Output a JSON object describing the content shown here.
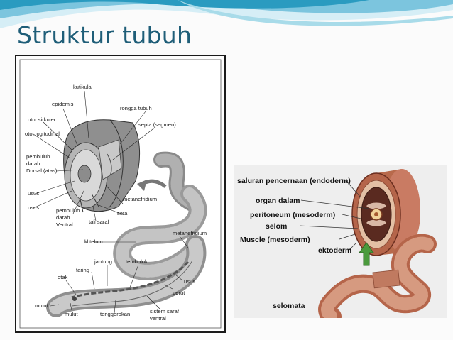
{
  "slide": {
    "title": "Struktur tubuh"
  },
  "left_diagram": {
    "labels": {
      "kutikula": "kutikula",
      "epidermis": "epidemis",
      "rongga_tubuh": "rongga tubuh",
      "otot_sirkuler": "otot sirkuler",
      "septa": "septa (segmen)",
      "otot_longitudinal": "otot logitudinal",
      "pembuluh_dorsal_1": "pembuluh",
      "pembuluh_dorsal_2": "darah",
      "pembuluh_dorsal_3": "Dorsal (atas)",
      "usus_1": "usus",
      "usus_2": "usus",
      "metanefridium_1": "metanefridium",
      "seta": "seta",
      "pembuluh_ventral_1": "pembuluh",
      "pembuluh_ventral_2": "darah",
      "pembuluh_ventral_3": "Ventral",
      "tali_saraf": "tali saraf",
      "klitelum": "klitelum",
      "metanefridium_2": "metanefridium",
      "jantung": "jantung",
      "tembolok": "tembolok",
      "faring": "faring",
      "otak": "otak",
      "usus_3": "usus",
      "perut": "perut",
      "mulut_1": "mulut",
      "mulut_2": "mulut",
      "tenggorokan": "tenggorokan",
      "sistem_saraf_1": "sistem saraf",
      "sistem_saraf_2": "ventral"
    }
  },
  "right_diagram": {
    "labels": {
      "saluran": "saluran pencernaan (endoderm)",
      "organ": "organ dalam",
      "peritoneum": "peritoneum (mesoderm)",
      "selom": "selom",
      "muscle": "Muscle (mesoderm)",
      "ektoderm": "ektoderm",
      "selomata": "selomata"
    }
  },
  "colors": {
    "title": "#1f5e78",
    "wave": "#2a9bc0",
    "worm_left": "#9a9a9a",
    "worm_right": "#c97b63"
  }
}
